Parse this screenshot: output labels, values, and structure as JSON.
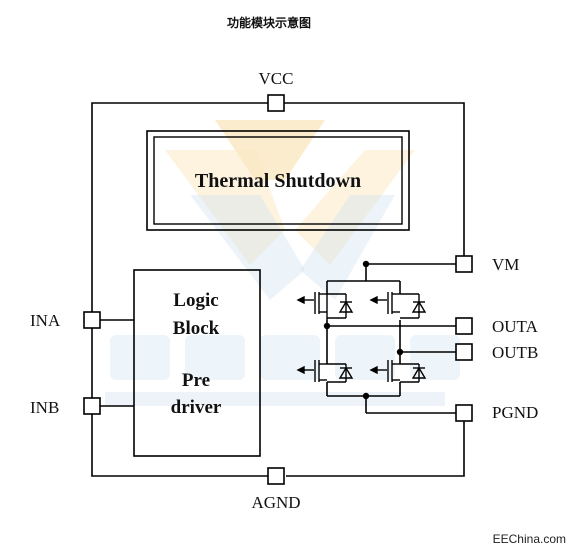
{
  "caption": "功能模块示意图",
  "block_thermal": "Thermal Shutdown",
  "block_logic": {
    "line1": "Logic",
    "line2": "Block",
    "line3": "Pre",
    "line4": "driver"
  },
  "pins": {
    "vcc": "VCC",
    "agnd": "AGND",
    "ina": "INA",
    "inb": "INB",
    "vm": "VM",
    "outa": "OUTA",
    "outb": "OUTB",
    "pgnd": "PGND"
  },
  "watermark": "EEChina.com",
  "colors": {
    "line": "#000000",
    "logo_gold": "#f3c46b",
    "logo_blue": "#9ec6e8"
  }
}
